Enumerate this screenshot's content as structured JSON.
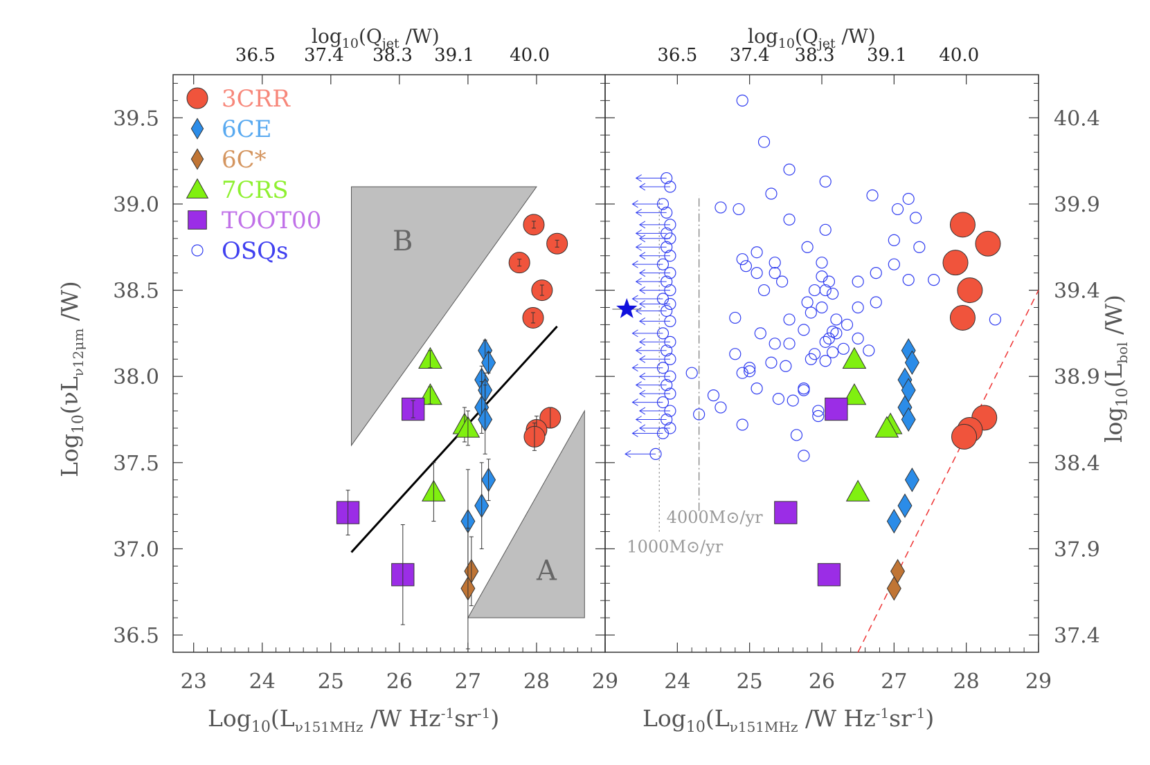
{
  "chart_data": [
    {
      "type": "scatter",
      "panel": "left",
      "xlabel": "Log10(Lν151MHz /W Hz⁻¹sr⁻¹)",
      "ylabel": "Log10(νLν12μm /W)",
      "top_xlabel": "log10(Qjet /W)",
      "xlim": [
        22.7,
        29.0
      ],
      "ylim": [
        36.4,
        39.75
      ],
      "x_ticks": [
        "23",
        "24",
        "25",
        "26",
        "27",
        "28",
        "29"
      ],
      "y_ticks": [
        "36.5",
        "37.0",
        "37.5",
        "38.0",
        "38.5",
        "39.0",
        "39.5"
      ],
      "top_ticks": [
        "36.5",
        "37.4",
        "38.3",
        "39.1",
        "40.0"
      ],
      "top_tick_positions_x": [
        23.9,
        24.9,
        25.9,
        26.8,
        27.9
      ],
      "regions": [
        {
          "label": "B",
          "polygon": [
            [
              25.3,
              39.1
            ],
            [
              28.0,
              39.1
            ],
            [
              25.3,
              37.6
            ]
          ],
          "color": "#bfbfbf"
        },
        {
          "label": "A",
          "polygon": [
            [
              27.0,
              36.6
            ],
            [
              28.7,
              37.8
            ],
            [
              28.7,
              36.6
            ]
          ],
          "color": "#bfbfbf"
        }
      ],
      "fit_line": {
        "x": [
          25.3,
          28.3
        ],
        "y": [
          36.98,
          38.29
        ]
      },
      "series": [
        {
          "name": "3CRR",
          "marker": "circle",
          "color": "#f0543c",
          "points": [
            [
              27.96,
              38.88,
              0.02
            ],
            [
              28.3,
              38.77,
              0.02
            ],
            [
              27.75,
              38.66,
              0.02
            ],
            [
              28.08,
              38.5,
              0.03
            ],
            [
              27.95,
              38.34,
              0.03
            ],
            [
              28.2,
              37.76,
              0.06
            ],
            [
              28.0,
              37.69,
              0.08
            ],
            [
              27.97,
              37.65,
              0.08
            ]
          ]
        },
        {
          "name": "6CE",
          "marker": "diamond",
          "color": "#2b8ce8",
          "points": [
            [
              27.25,
              38.15,
              0.06
            ],
            [
              27.3,
              38.08,
              0.06
            ],
            [
              27.2,
              37.98,
              0.08
            ],
            [
              27.25,
              37.92,
              0.1
            ],
            [
              27.2,
              37.82,
              0.15
            ],
            [
              27.25,
              37.75,
              0.2
            ],
            [
              27.3,
              37.4,
              0.12
            ],
            [
              27.2,
              37.25,
              0.25
            ],
            [
              27.0,
              37.16,
              0.3
            ]
          ]
        },
        {
          "name": "6C*",
          "marker": "diamond",
          "color": "#c07535",
          "points": [
            [
              27.05,
              36.87,
              0.2
            ],
            [
              27.0,
              36.77,
              0.35
            ]
          ]
        },
        {
          "name": "7CRS",
          "marker": "triangle",
          "color": "#80f010",
          "points": [
            [
              26.45,
              38.1,
              0.05
            ],
            [
              26.45,
              37.89,
              0.05
            ],
            [
              26.5,
              37.33,
              0.17
            ],
            [
              26.95,
              37.72,
              0.1
            ],
            [
              27.0,
              37.7,
              0.1
            ]
          ]
        },
        {
          "name": "TOOT00",
          "marker": "square",
          "color": "#9b2de6",
          "points": [
            [
              26.2,
              37.81,
              0.05
            ],
            [
              25.25,
              37.21,
              0.13
            ],
            [
              26.05,
              36.85,
              0.29
            ]
          ]
        },
        {
          "name": "OSQs",
          "marker": "open-circle",
          "color": "#2f3cf0",
          "points": []
        }
      ],
      "legend": {
        "placement": "top-left",
        "entries": [
          "3CRR",
          "6CE",
          "6C*",
          "7CRS",
          "TOOT00",
          "OSQs"
        ]
      },
      "annotations": [
        "A",
        "B"
      ]
    },
    {
      "type": "scatter",
      "panel": "right",
      "xlabel": "Log10(Lν151MHz /W Hz⁻¹sr⁻¹)",
      "right_ylabel": "log10(Lbol /W)",
      "top_xlabel": "log10(Qjet /W)",
      "xlim": [
        23.0,
        29.0
      ],
      "ylim": [
        36.4,
        39.75
      ],
      "x_ticks": [
        "24",
        "25",
        "26",
        "27",
        "28",
        "29"
      ],
      "right_y_ticks": [
        "37.4",
        "37.9",
        "38.4",
        "38.9",
        "39.4",
        "39.9",
        "40.4"
      ],
      "top_ticks": [
        "36.5",
        "37.4",
        "38.3",
        "39.1",
        "40.0"
      ],
      "top_tick_positions_x": [
        24.0,
        25.0,
        25.9,
        26.9,
        27.9
      ],
      "star": {
        "x": 23.3,
        "y": 38.39,
        "xerr": 0.2,
        "color": "#1010dd"
      },
      "vlines": [
        {
          "x": 23.75,
          "y": [
            37.1,
            39.05
          ],
          "style": "dotted",
          "label": "1000M⊙/yr"
        },
        {
          "x": 24.3,
          "y": [
            37.22,
            39.05
          ],
          "style": "dashdot",
          "label": "4000M⊙/yr"
        }
      ],
      "dashed_line": {
        "x": [
          26.5,
          29.0
        ],
        "y": [
          36.4,
          38.5
        ],
        "color": "#ee3333"
      },
      "series": [
        {
          "name": "3CRR",
          "marker": "circle",
          "color": "#f0543c",
          "points": [
            [
              27.95,
              38.88
            ],
            [
              28.3,
              38.77
            ],
            [
              27.85,
              38.66
            ],
            [
              28.05,
              38.5
            ],
            [
              27.95,
              38.34
            ],
            [
              28.25,
              37.76
            ],
            [
              28.05,
              37.69
            ],
            [
              27.97,
              37.65
            ]
          ]
        },
        {
          "name": "6CE",
          "marker": "diamond",
          "color": "#2b8ce8",
          "points": [
            [
              27.2,
              38.15
            ],
            [
              27.25,
              38.08
            ],
            [
              27.15,
              37.98
            ],
            [
              27.2,
              37.92
            ],
            [
              27.15,
              37.82
            ],
            [
              27.2,
              37.75
            ],
            [
              27.25,
              37.4
            ],
            [
              27.15,
              37.25
            ],
            [
              27.0,
              37.16
            ]
          ]
        },
        {
          "name": "6C*",
          "marker": "diamond",
          "color": "#c07535",
          "points": [
            [
              27.05,
              36.87
            ],
            [
              27.0,
              36.77
            ]
          ]
        },
        {
          "name": "7CRS",
          "marker": "triangle",
          "color": "#80f010",
          "points": [
            [
              26.45,
              38.1
            ],
            [
              26.45,
              37.89
            ],
            [
              26.5,
              37.33
            ],
            [
              26.95,
              37.72
            ],
            [
              26.9,
              37.7
            ]
          ]
        },
        {
          "name": "TOOT00",
          "marker": "square",
          "color": "#9b2de6",
          "points": [
            [
              26.2,
              37.81
            ],
            [
              25.5,
              37.21
            ],
            [
              26.1,
              36.85
            ]
          ]
        },
        {
          "name": "OSQs",
          "marker": "open-circle",
          "color": "#2f3cf0",
          "detections": [
            [
              24.9,
              39.6
            ],
            [
              25.2,
              39.36
            ],
            [
              25.55,
              39.2
            ],
            [
              26.05,
              39.13
            ],
            [
              25.3,
              39.06
            ],
            [
              26.7,
              39.05
            ],
            [
              27.2,
              39.03
            ],
            [
              24.6,
              38.98
            ],
            [
              24.85,
              38.97
            ],
            [
              27.05,
              38.97
            ],
            [
              27.3,
              38.92
            ],
            [
              25.55,
              38.91
            ],
            [
              26.05,
              38.85
            ],
            [
              27.0,
              38.79
            ],
            [
              25.8,
              38.75
            ],
            [
              27.35,
              38.75
            ],
            [
              25.1,
              38.72
            ],
            [
              24.9,
              38.68
            ],
            [
              26.0,
              38.66
            ],
            [
              24.95,
              38.64
            ],
            [
              25.35,
              38.66
            ],
            [
              27.0,
              38.65
            ],
            [
              26.75,
              38.6
            ],
            [
              25.1,
              38.6
            ],
            [
              25.35,
              38.6
            ],
            [
              26.0,
              38.58
            ],
            [
              25.45,
              38.55
            ],
            [
              26.1,
              38.55
            ],
            [
              26.5,
              38.55
            ],
            [
              27.2,
              38.56
            ],
            [
              27.55,
              38.56
            ],
            [
              25.2,
              38.5
            ],
            [
              25.9,
              38.5
            ],
            [
              26.05,
              38.5
            ],
            [
              26.15,
              38.48
            ],
            [
              25.8,
              38.43
            ],
            [
              26.75,
              38.43
            ],
            [
              26.0,
              38.4
            ],
            [
              25.55,
              38.33
            ],
            [
              24.8,
              38.34
            ],
            [
              25.85,
              38.37
            ],
            [
              26.5,
              38.4
            ],
            [
              26.2,
              38.33
            ],
            [
              28.4,
              38.33
            ],
            [
              25.15,
              38.25
            ],
            [
              25.35,
              38.19
            ],
            [
              25.55,
              38.19
            ],
            [
              25.75,
              38.27
            ],
            [
              26.15,
              38.26
            ],
            [
              26.2,
              38.25
            ],
            [
              26.1,
              38.22
            ],
            [
              26.05,
              38.2
            ],
            [
              26.35,
              38.3
            ],
            [
              26.5,
              38.22
            ],
            [
              26.65,
              38.15
            ],
            [
              26.3,
              38.16
            ],
            [
              24.8,
              38.13
            ],
            [
              25.9,
              38.13
            ],
            [
              25.85,
              38.1
            ],
            [
              26.05,
              38.09
            ],
            [
              26.15,
              38.14
            ],
            [
              25.0,
              38.05
            ],
            [
              25.0,
              38.03
            ],
            [
              25.3,
              38.08
            ],
            [
              25.5,
              38.06
            ],
            [
              25.75,
              37.93
            ],
            [
              25.75,
              37.92
            ],
            [
              25.1,
              37.93
            ],
            [
              25.4,
              37.87
            ],
            [
              24.9,
              38.02
            ],
            [
              24.2,
              38.02
            ],
            [
              24.5,
              37.89
            ],
            [
              24.6,
              37.82
            ],
            [
              25.6,
              37.86
            ],
            [
              25.95,
              37.8
            ],
            [
              25.95,
              37.77
            ],
            [
              24.9,
              37.72
            ],
            [
              25.65,
              37.66
            ],
            [
              25.75,
              37.54
            ],
            [
              24.3,
              37.78
            ]
          ],
          "upper_limits": [
            [
              23.85,
              39.15
            ],
            [
              23.9,
              39.1
            ],
            [
              23.8,
              39.0
            ],
            [
              23.85,
              38.95
            ],
            [
              23.9,
              38.88
            ],
            [
              23.85,
              38.83
            ],
            [
              23.9,
              38.8
            ],
            [
              23.85,
              38.75
            ],
            [
              23.9,
              38.7
            ],
            [
              23.8,
              38.65
            ],
            [
              23.9,
              38.6
            ],
            [
              23.85,
              38.55
            ],
            [
              23.9,
              38.5
            ],
            [
              23.8,
              38.45
            ],
            [
              23.9,
              38.42
            ],
            [
              23.85,
              38.38
            ],
            [
              23.9,
              38.32
            ],
            [
              23.8,
              38.25
            ],
            [
              23.9,
              38.2
            ],
            [
              23.85,
              38.15
            ],
            [
              23.9,
              38.1
            ],
            [
              23.8,
              38.05
            ],
            [
              23.9,
              38.0
            ],
            [
              23.85,
              37.95
            ],
            [
              23.9,
              37.9
            ],
            [
              23.8,
              37.85
            ],
            [
              23.9,
              37.8
            ],
            [
              23.85,
              37.75
            ],
            [
              23.9,
              37.7
            ],
            [
              23.8,
              37.67
            ],
            [
              23.7,
              37.55
            ]
          ]
        }
      ]
    }
  ],
  "legend": {
    "items": [
      {
        "label": "3CRR",
        "color": "#f0543c",
        "text_color": "#f7877a",
        "marker": "circle"
      },
      {
        "label": "6CE",
        "color": "#2b8ce8",
        "text_color": "#58a9f0",
        "marker": "diamond"
      },
      {
        "label": "6C*",
        "color": "#c07535",
        "text_color": "#d4955f",
        "marker": "diamond"
      },
      {
        "label": "7CRS",
        "color": "#80f010",
        "text_color": "#8ef030",
        "marker": "triangle"
      },
      {
        "label": "TOOT00",
        "color": "#9b2de6",
        "text_color": "#c070e8",
        "marker": "square"
      },
      {
        "label": "OSQs",
        "color": "#2f3cf0",
        "text_color": "#4040f0",
        "marker": "open-circle"
      }
    ]
  },
  "labels": {
    "left_ylabel_main": "Log",
    "left_ylabel_sub": "10",
    "left_ylabel_rest": "(νL",
    "left_ylabel_sub2": "ν12μm",
    "left_ylabel_end": " /W)",
    "right_ylabel_main": "log",
    "right_ylabel_sub": "10",
    "right_ylabel_rest": "(L",
    "right_ylabel_sub2": "bol",
    "right_ylabel_end": " /W)",
    "xlabel_main": "Log",
    "xlabel_sub": "10",
    "xlabel_rest": "(L",
    "xlabel_sub2": "ν151MHz",
    "xlabel_end": " /W Hz",
    "xlabel_sup1": "-1",
    "xlabel_sr": "sr",
    "xlabel_sup2": "-1",
    "xlabel_close": ")",
    "top_main": "log",
    "top_sub": "10",
    "top_rest": "(Q",
    "top_sub2": "jet",
    "top_end": " /W)",
    "region_a": "A",
    "region_b": "B",
    "sfr_1000": "1000M⊙/yr",
    "sfr_4000": "4000M⊙/yr"
  }
}
